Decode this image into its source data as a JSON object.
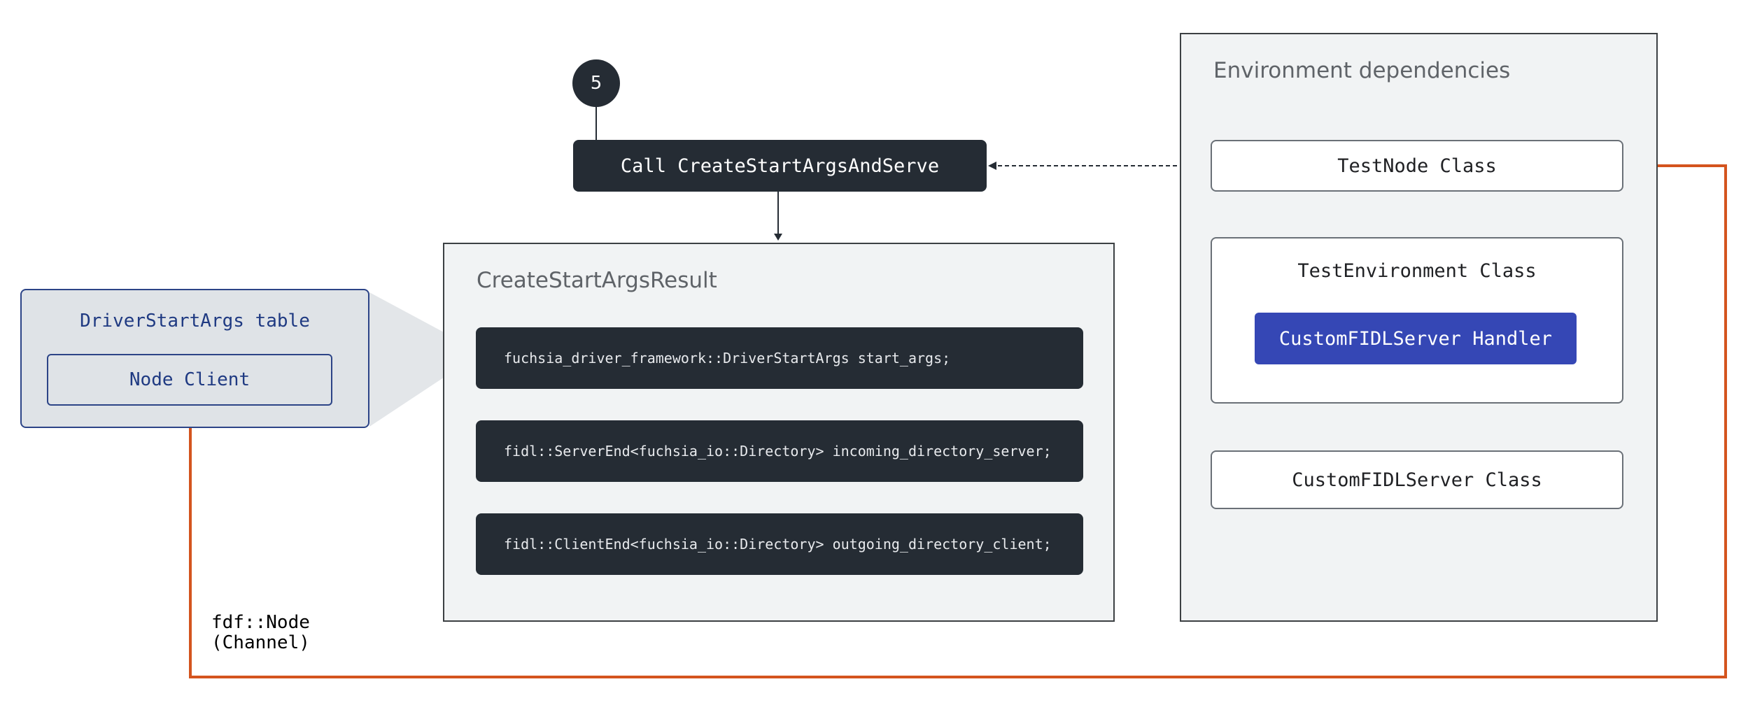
{
  "step_number": "5",
  "call_box": {
    "label": "Call CreateStartArgsAndServe"
  },
  "result_panel": {
    "title": "CreateStartArgsResult",
    "lines": [
      "fuchsia_driver_framework::DriverStartArgs start_args;",
      "fidl::ServerEnd<fuchsia_io::Directory> incoming_directory_server;",
      "fidl::ClientEnd<fuchsia_io::Directory> outgoing_directory_client;"
    ]
  },
  "driver_start_args": {
    "title": "DriverStartArgs table",
    "node_client": "Node Client"
  },
  "environment": {
    "title": "Environment dependencies",
    "test_node": "TestNode Class",
    "test_environment": "TestEnvironment Class",
    "handler": "CustomFIDLServer Handler",
    "custom_server": "CustomFIDLServer Class"
  },
  "channel_label": "fdf::Node\n(Channel)",
  "colors": {
    "dark": "#252c34",
    "panel_bg": "#f1f3f4",
    "channel_line": "#d4541e",
    "handler_blue": "#3547b5",
    "dsa_border": "#2c4487"
  }
}
